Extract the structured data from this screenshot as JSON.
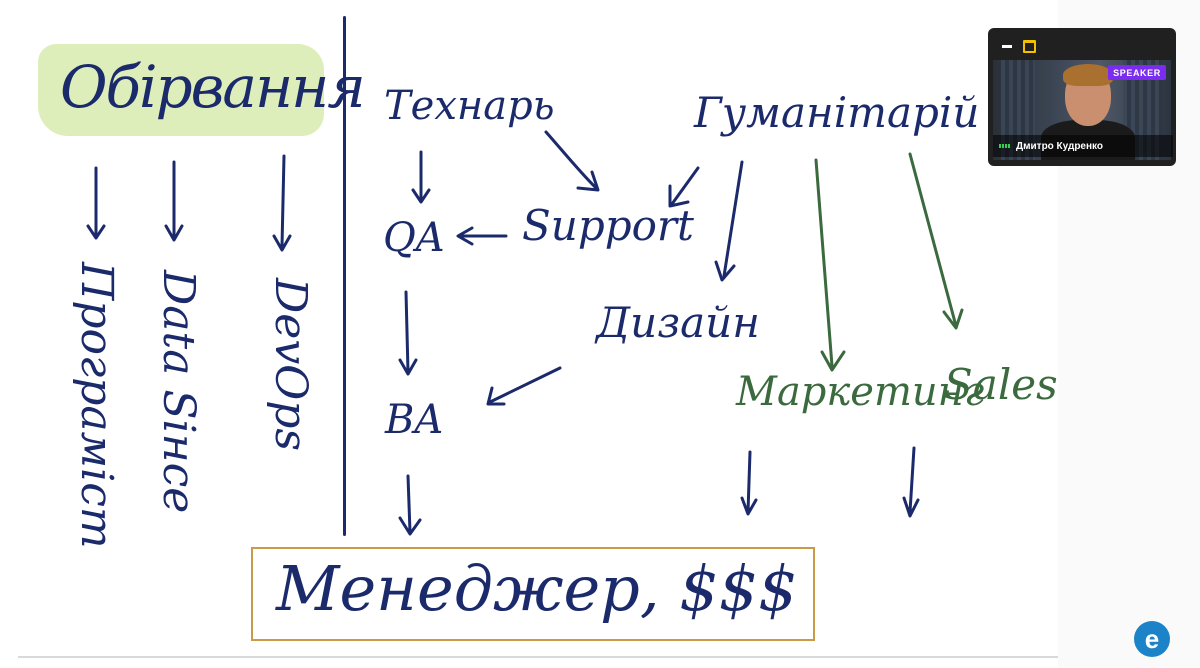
{
  "whiteboard": {
    "left_heading": "Обірвання",
    "left_columns": [
      "Програміст",
      "Data Sінсе",
      "DevOps"
    ],
    "roles": {
      "tech": "Технарь",
      "humanities": "Гуманітарій",
      "support": "Support",
      "qa": "QA",
      "ba": "BA",
      "design": "Дизайн",
      "marketing": "Маркетинг",
      "sales": "Sales"
    },
    "manager_box": "Менеджер, $$$"
  },
  "speaker_tile": {
    "badge": "SPEAKER",
    "name": "Дмитро Кудренко",
    "icons": [
      "minimize-icon",
      "window-icon",
      "mic-level-icon"
    ]
  },
  "brand": {
    "logo_letter": "e",
    "color": "#1d83c9"
  },
  "colors": {
    "ink_blue": "#1b2a6b",
    "ink_green": "#3b6a3e",
    "highlight": "#d7ebae",
    "box_border": "#c99a4a",
    "badge_purple": "#7b2cf0"
  }
}
